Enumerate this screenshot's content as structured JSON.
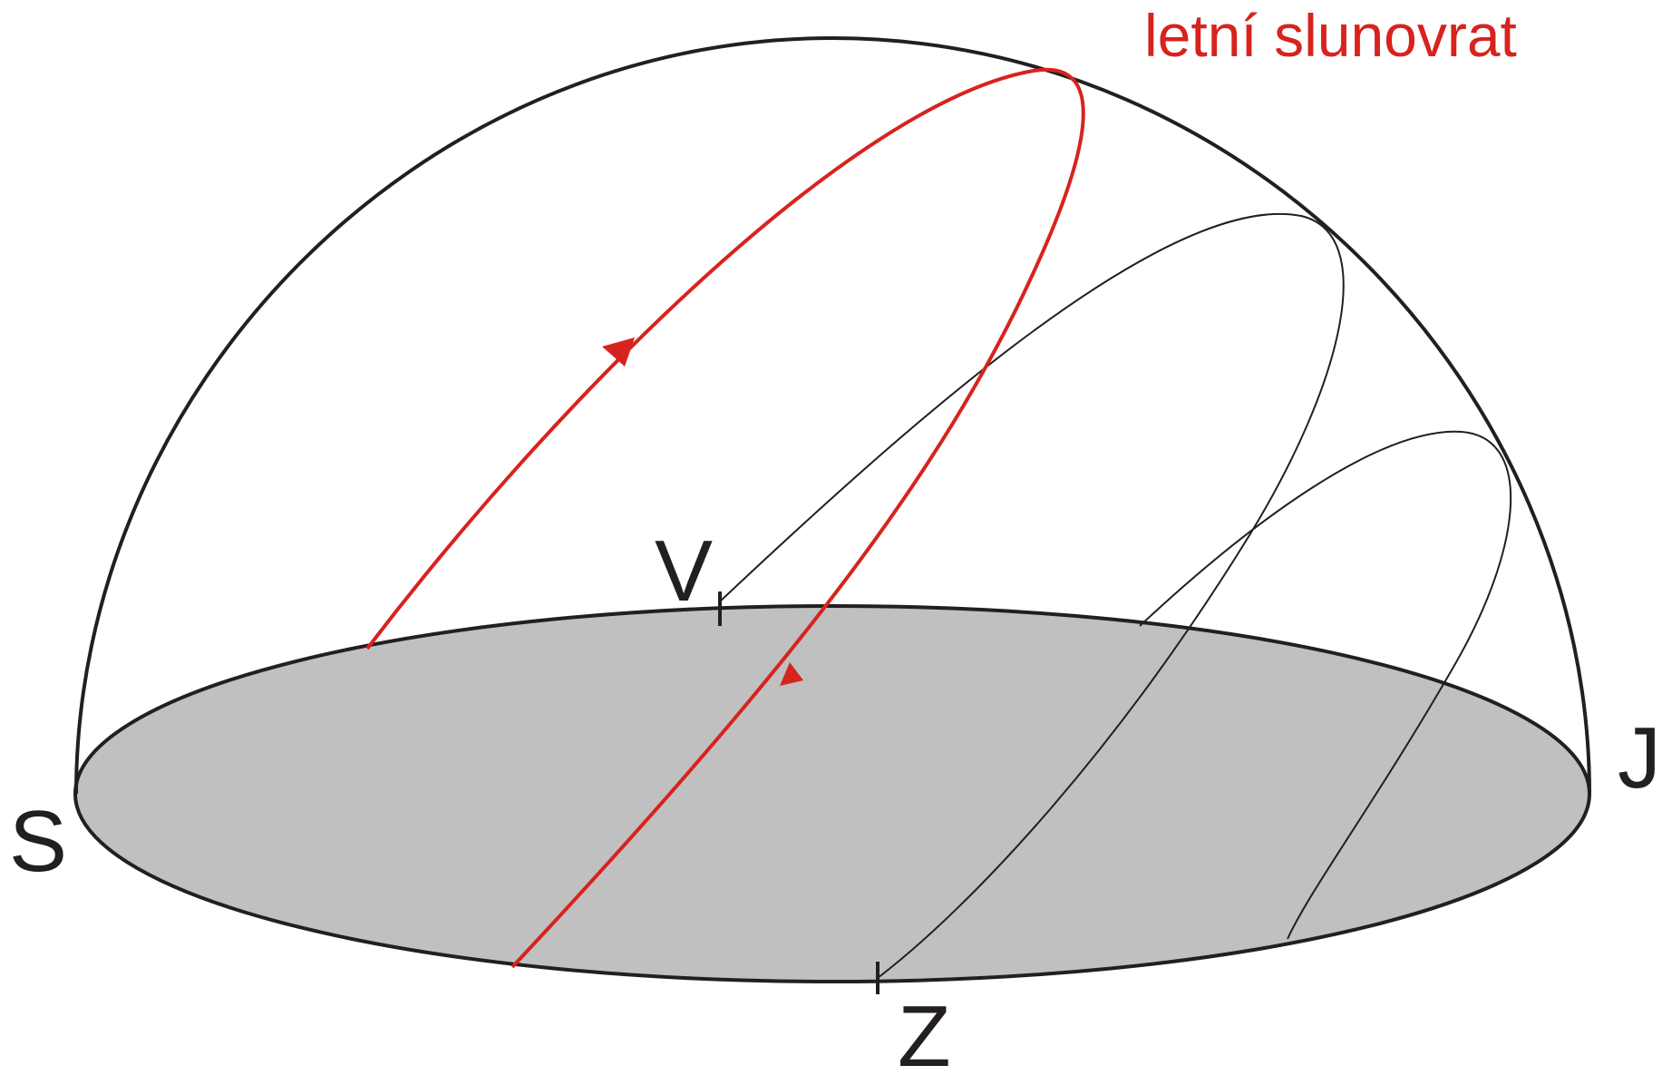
{
  "labels": {
    "north": "S",
    "south": "J",
    "east": "V",
    "west": "Z",
    "summer_solstice": "letní slunovrat"
  },
  "colors": {
    "outline": "#231f20",
    "horizon_fill": "#c0c0c0",
    "summer_path": "#d7231e",
    "background": "#ffffff"
  }
}
